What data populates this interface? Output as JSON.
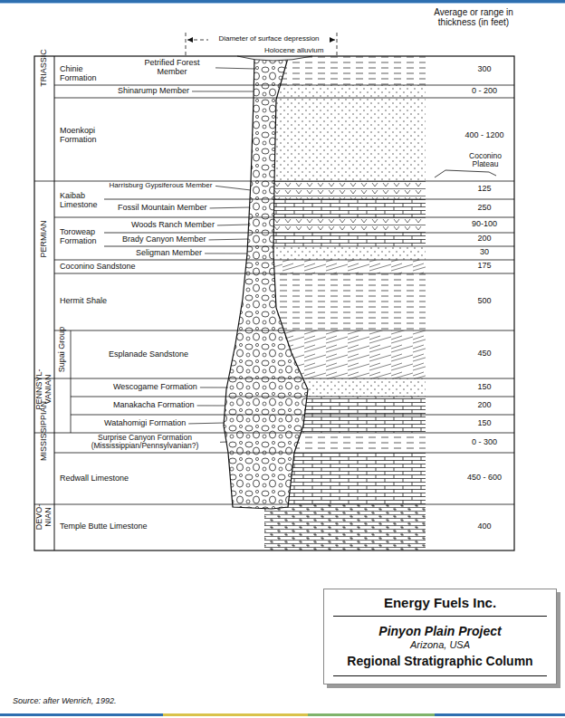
{
  "diagram": {
    "nodes": [
      {
        "text": [
          "Energy Fuels Inc.",
          "Pinyon Plain Project",
          "Arizona, USA",
          "Regional Stratigraphic Column"
        ]
      }
    ],
    "labels": [
      "Diameter of surface depression",
      "Average or range in thickness (in feet)",
      "TRIASSIC",
      "PERMIAN",
      "PENNSYL- VANIAN",
      "MISSISSIPPIAN",
      "DEVO- NIAN",
      "Chinie Formation",
      "Petrified Forest Member",
      "Holocene alluvium",
      "Shinarump Member",
      "Moenkopi Formation",
      "Kaibab Limestone",
      "Harrisburg Gypsiferous Member",
      "Fossil Mountain Member",
      "Toroweap Formation",
      "Woods Ranch Member",
      "Brady Canyon Member",
      "Seligman Member",
      "Coconino Sandstone",
      "Hermit Shale",
      "Supai Group",
      "Esplanade Sandstone",
      "Wescogame Formation",
      "Manakacha Formation",
      "Watahomigi Formation",
      "Surprise Canyon Formation (Mississippian/Pennsylvanian?)",
      "Redwall Limestone",
      "Temple Butte Limestone",
      "300",
      "0 - 200",
      "400 - 1200",
      "Coconino Plateau",
      "125",
      "250",
      "90-100",
      "200",
      "30",
      "175",
      "500",
      "450",
      "150",
      "200",
      "150",
      "0 - 300",
      "450 - 600",
      "400",
      "Source: after Wenrich, 1992."
    ]
  }
}
